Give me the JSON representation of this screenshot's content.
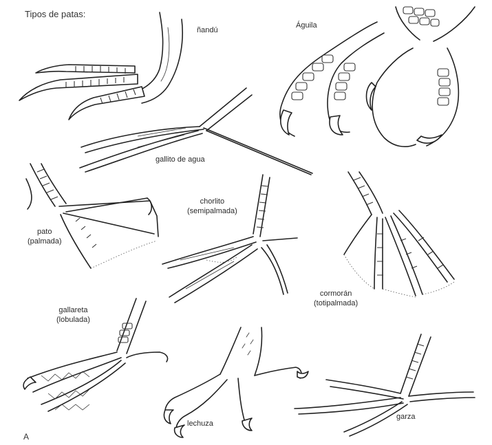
{
  "title": "Tipos de patas:",
  "footer_mark": "A",
  "feet": [
    {
      "id": "nandu",
      "label": "ñandú"
    },
    {
      "id": "aguila",
      "label": "Águila"
    },
    {
      "id": "gallito",
      "label": "gallito de agua"
    },
    {
      "id": "pato",
      "label": "pato\n(palmada)"
    },
    {
      "id": "chorlito",
      "label": "chorlito\n(semipalmada)"
    },
    {
      "id": "cormoran",
      "label": "cormorán\n(totipalmada)"
    },
    {
      "id": "gallareta",
      "label": "gallareta\n(lobulada)"
    },
    {
      "id": "lechuza",
      "label": "lechuza"
    },
    {
      "id": "garza",
      "label": "garza"
    }
  ]
}
